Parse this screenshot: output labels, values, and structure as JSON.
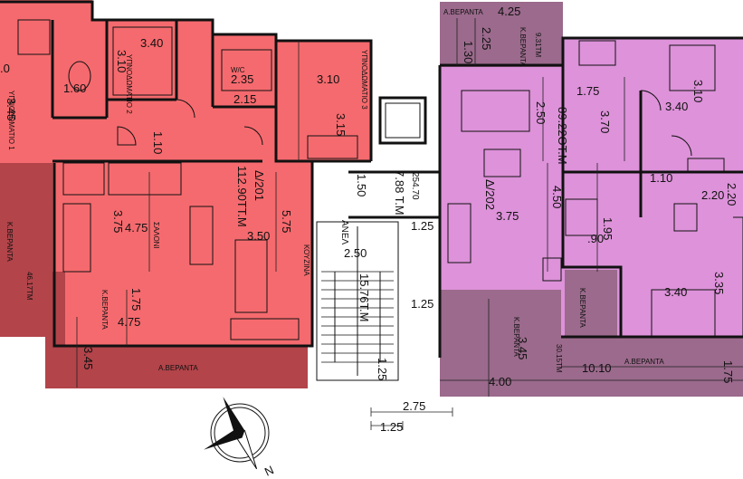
{
  "units": {
    "left": {
      "name": "Δ/201",
      "area": "112.90ΤΤ.Μ",
      "rooms": {
        "bedroom1": "ΥΠΝΟΔΩΜΑΤΙΟ 1",
        "bedroom2": "ΥΠΝΟΔΩΜΑΤΙΟ 2",
        "bedroom3": "ΥΠΝΟΔΩΜΑΤΙΟ 3",
        "wc": "W/C",
        "living": "ΣΑΛΟΝΙ",
        "kitchen": "ΚΟΥΖΙΝΑ",
        "k_veranda": "Κ.ΒΕΡΑΝΤΑ",
        "k_veranda_side": "Κ.ΒΕΡΑΝΤΑ",
        "a_veranda": "Α.ΒΕΡΑΝΤΑ"
      },
      "side_area": "46.17ΤΜ",
      "dims": {
        "d1": "3.40",
        "d2": "3.10",
        "d3": "1.60",
        "d4": "3.45",
        "d5": "2.35",
        "d6": "2.15",
        "d7": "3.10",
        "d8": "3.15",
        "d9": "1.10",
        "d10": "3.75",
        "d11": "4.75",
        "d12": "5.75",
        "d13": "3.50",
        "d14": "1.75",
        "d15": "4.75",
        "d16": "3.45",
        "d17": ".0"
      }
    },
    "right": {
      "name": "Δ/202",
      "area": "89.22ΟΤ.Μ",
      "rooms": {
        "k_veranda_top": "Κ.ΒΕΡΑΝΤΑ",
        "k_veranda_mid": "Κ.ΒΕΡΑΝΤΑ",
        "k_veranda_bottom": "Κ.ΒΕΡΑΝΤΑ",
        "a_veranda_top": "Α.ΒΕΡΑΝΤΑ",
        "a_veranda_bottom": "Α.ΒΕΡΑΝΤΑ"
      },
      "small_area_top": "9.31ΤΜ",
      "small_area_bottom": "30.15ΤΜ",
      "dims": {
        "d1": "4.25",
        "d2": "2.25",
        "d3": "1.30",
        "d4": "1.75",
        "d5": "2.50",
        "d6": "3.70",
        "d7": "3.10",
        "d8": "3.40",
        "d9": "1.10",
        "d10": "2.20",
        "d11": "2.20",
        "d12": "4.50",
        "d13": "3.75",
        "d14": "1.95",
        "d15": ".90",
        "d16": "3.45",
        "d17": "3.40",
        "d18": "3.35",
        "d19": "4.00",
        "d20": "10.10",
        "d21": "1.75"
      }
    },
    "core": {
      "elevator": "ΑΝΕΛ",
      "area_top": "7.88 Τ.Μ",
      "area_top_dim": "254.70",
      "stair_area": "15.76Τ.Μ",
      "dims": {
        "d1": "1.50",
        "d2": "1.25",
        "d3": "2.50",
        "d4": "1.25",
        "d5": "1.25",
        "d6": "2.75",
        "d7": "1.25"
      }
    }
  },
  "colors": {
    "left_unit": "#f46266",
    "left_veranda": "#b2444a",
    "right_unit": "#dd92d9",
    "right_veranda": "#9b6a8c",
    "right_veranda_dark": "#8b5e80"
  },
  "north_arrow": {
    "label": "N",
    "icon": "north-arrow-icon"
  }
}
